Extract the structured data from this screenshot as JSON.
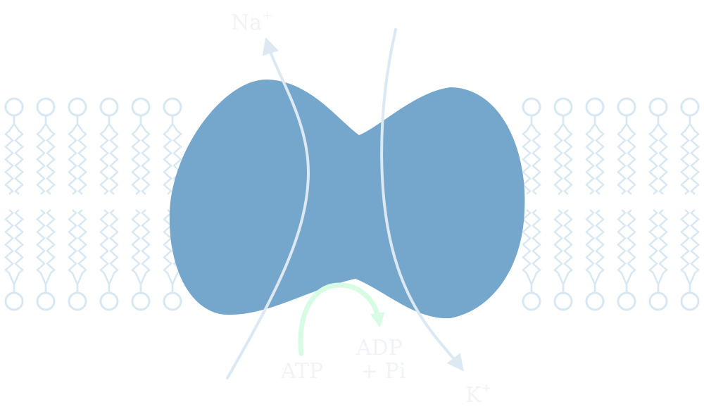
{
  "diagram": {
    "labels": {
      "na": {
        "base": "Na",
        "sup": "+"
      },
      "k": {
        "base": "K",
        "sup": "+"
      },
      "atp": "ATP",
      "adp": "ADP",
      "pi": "+ Pi"
    }
  },
  "colors": {
    "protein": "#75a6cb",
    "membrane": "#d8e8f3",
    "ion_arrow": "#dce9f3",
    "atp_arrow": "#d8fbe3",
    "label_text": "#f0f3f7"
  }
}
